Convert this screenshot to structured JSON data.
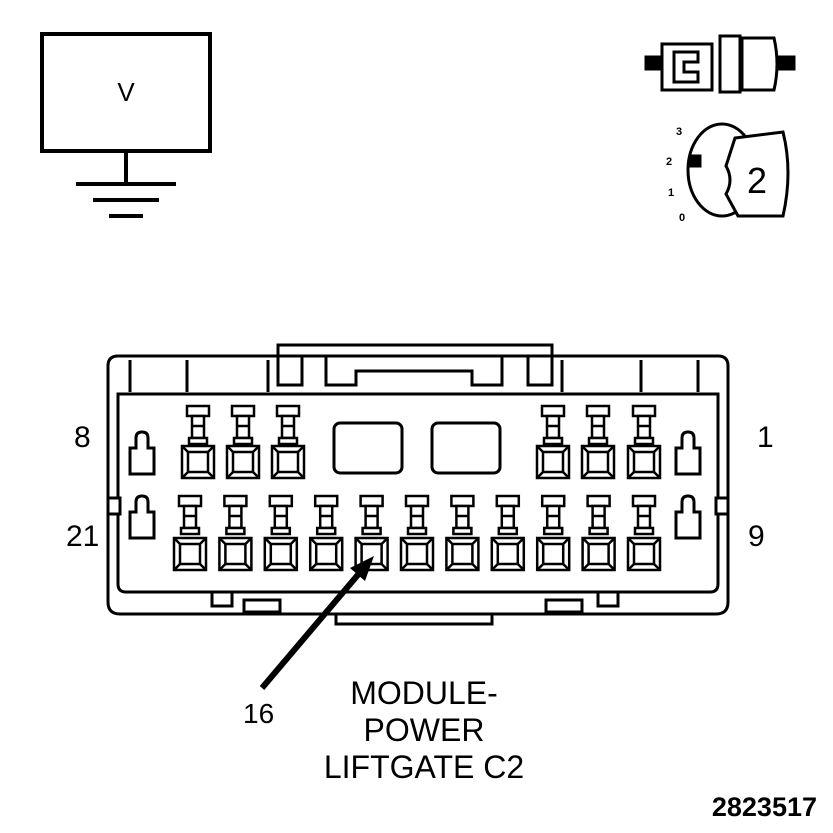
{
  "meter_symbol": {
    "label": "V"
  },
  "ignition": {
    "positions": [
      "3",
      "2",
      "1",
      "0"
    ],
    "key_position": "2"
  },
  "connector": {
    "pin_labels": {
      "top_left": "8",
      "top_right": "1",
      "bottom_left": "21",
      "bottom_right": "9"
    },
    "callout_pin": "16",
    "top_row_pins": 6,
    "bottom_row_pins": 11
  },
  "caption": [
    "MODULE-",
    "POWER",
    "LIFTGATE C2"
  ],
  "figure_number": "2823517"
}
